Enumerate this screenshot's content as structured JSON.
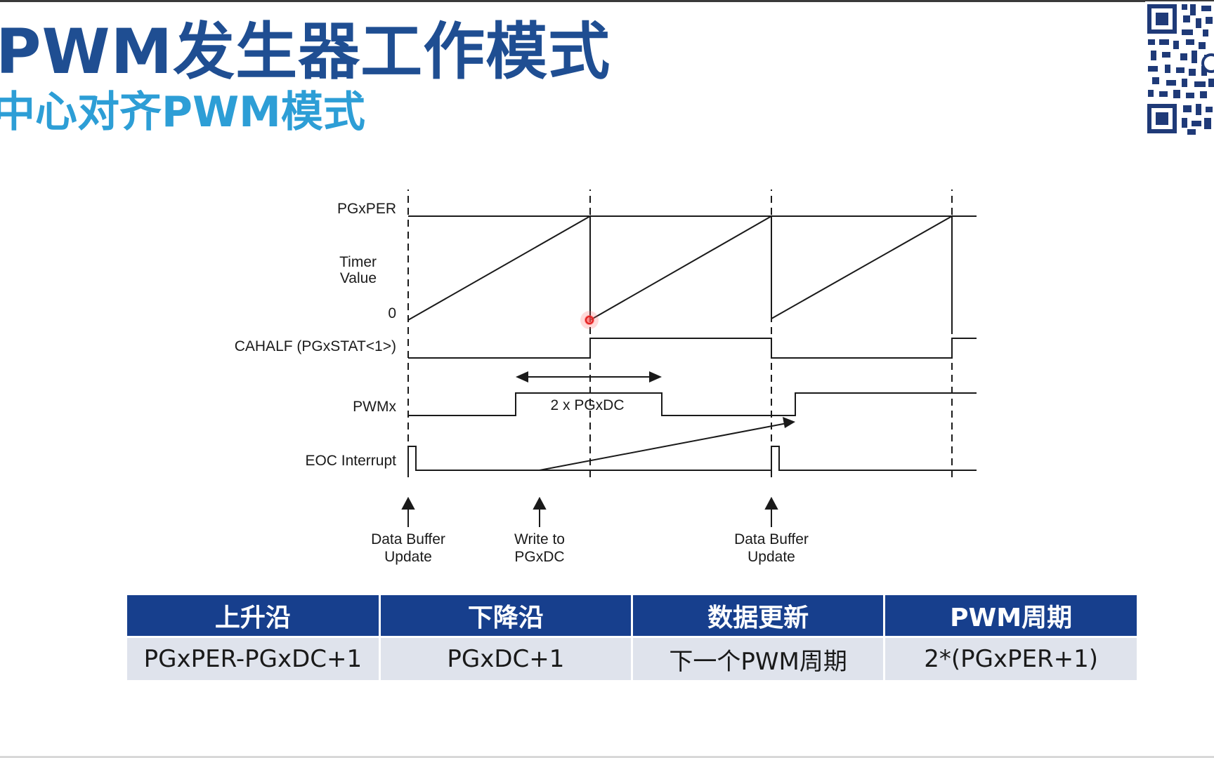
{
  "slide": {
    "title": "PWM发生器工作模式",
    "subtitle": "中心对齐PWM模式"
  },
  "qr_code": {
    "icon": "qr-code-icon"
  },
  "diagram": {
    "signal_labels": {
      "pgxper": "PGxPER",
      "timer_value_line1": "Timer",
      "timer_value_line2": "Value",
      "zero": "0",
      "cahalf": "CAHALF (PGxSTAT<1>)",
      "pwmx": "PWMx",
      "eoc": "EOC Interrupt"
    },
    "annotations": {
      "duty": "2 x PGxDC",
      "event1_line1": "Data Buffer",
      "event1_line2": "Update",
      "event2_line1": "Write to",
      "event2_line2": "PGxDC",
      "event3_line1": "Data Buffer",
      "event3_line2": "Update"
    },
    "colors": {
      "cursor": "#e02020",
      "lines": "#1a1a1a"
    }
  },
  "table": {
    "headers": [
      "上升沿",
      "下降沿",
      "数据更新",
      "PWM周期"
    ],
    "rows": [
      [
        "PGxPER-PGxDC+1",
        "PGxDC+1",
        "下一个PWM周期",
        "2*(PGxPER+1)"
      ]
    ],
    "colors": {
      "header_bg": "#173f8d",
      "row_bg": "#dfe3ec"
    }
  }
}
